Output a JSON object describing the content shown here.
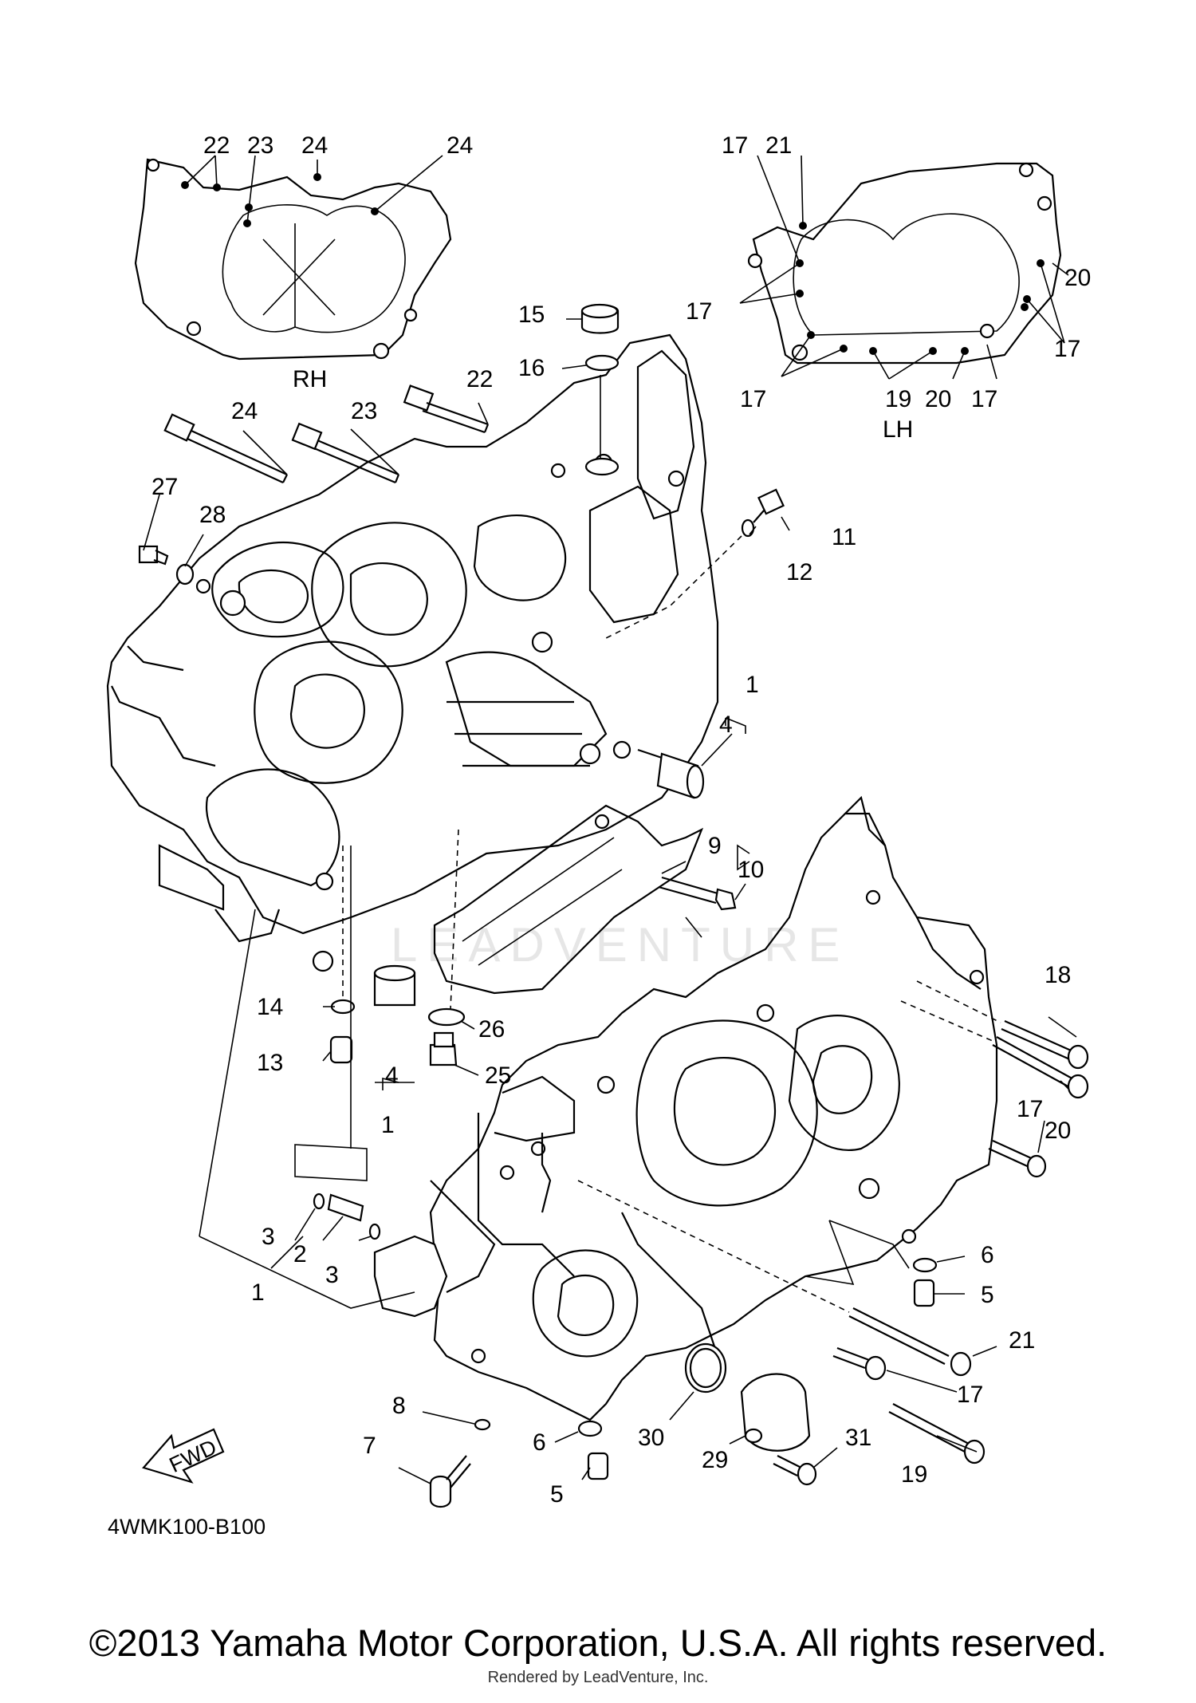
{
  "diagram": {
    "view_labels": {
      "rh": "RH",
      "lh": "LH"
    },
    "diagram_code": "4WMK100-B100",
    "fwd_label": "FWD",
    "watermark": "LEADVENTURE",
    "callouts": {
      "c22a": "22",
      "c23a": "23",
      "c24a": "24",
      "c24b": "24",
      "c17a": "17",
      "c21a": "21",
      "c20a": "20",
      "c17b": "17",
      "c17c": "17",
      "c17d": "17",
      "c19a": "19",
      "c20b": "20",
      "c17e": "17",
      "c15": "15",
      "c16": "16",
      "c22b": "22",
      "c24c": "24",
      "c23b": "23",
      "c27": "27",
      "c28": "28",
      "c11": "11",
      "c12": "12",
      "c1a": "1",
      "c4a": "4",
      "c9": "9",
      "c10": "10",
      "c14": "14",
      "c13": "13",
      "c26": "26",
      "c25": "25",
      "c4b": "4",
      "c1b": "1",
      "c18": "18",
      "c20c": "20",
      "c17f": "17",
      "c3a": "3",
      "c2": "2",
      "c3b": "3",
      "c1c": "1",
      "c6a": "6",
      "c5a": "5",
      "c21b": "21",
      "c17g": "17",
      "c8": "8",
      "c7": "7",
      "c6b": "6",
      "c5b": "5",
      "c30": "30",
      "c29": "29",
      "c31": "31",
      "c19b": "19"
    }
  },
  "footer": {
    "copyright": "©2013 Yamaha Motor Corporation, U.S.A. All rights reserved.",
    "rendered_by": "Rendered by LeadVenture, Inc."
  }
}
